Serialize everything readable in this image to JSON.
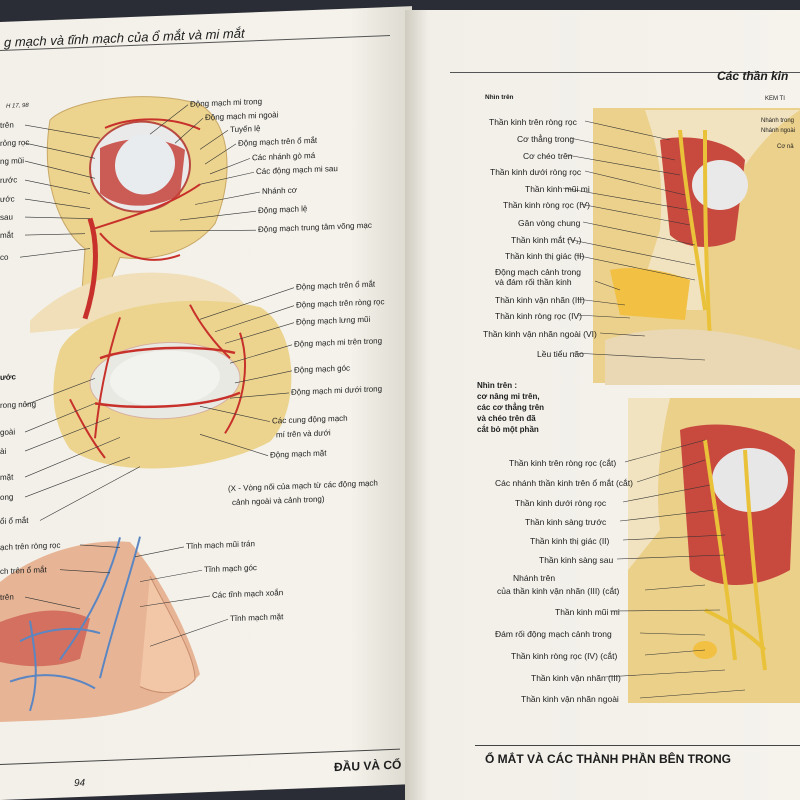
{
  "left_page": {
    "header": "g mạch và tĩnh mạch của ổ mắt và mi mắt",
    "ref": "H 17, 98",
    "top_labels": [
      "Động mạch mi trong",
      "Động mạch mi ngoài",
      "Tuyến lệ",
      "Động mạch trên ổ mắt",
      "Các nhánh gò má",
      "Các động mạch mi sau",
      "Nhánh cơ",
      "Động mạch lệ",
      "Động mạch trung tâm võng mạc"
    ],
    "top_left_labels": [
      "trên",
      "rỏng rọc",
      "ng mũi",
      "rước",
      "ước",
      "sau",
      "mắt",
      "co"
    ],
    "mid_labels": [
      "Động mạch trên ổ mắt",
      "Động mạch trên ròng rọc",
      "Động mạch lưng mũi",
      "Động mạch mi trên trong",
      "Động mạch góc",
      "Động mạch mi dưới trong",
      "Các cung động mạch",
      "mí trên và dưới",
      "Động mạch mặt"
    ],
    "mid_left_labels": [
      "ước",
      "rong nông",
      "goài",
      "ài",
      "mặt",
      "ong",
      "ổi ổ mắt"
    ],
    "note": "(X - Vòng nối của mạch từ các động mạch",
    "note2": "cảnh ngoài và cảnh trong)",
    "bottom_labels": [
      "Tĩnh mạch mũi trán",
      "Tĩnh mạch góc",
      "Các tĩnh mạch xoắn",
      "Tĩnh mạch mặt"
    ],
    "bottom_left_labels": [
      "ạch trên ròng rọc",
      "ch trên ổ mắt",
      "trên"
    ],
    "footer_page": "94",
    "footer_title": "ĐẦU VÀ CỔ"
  },
  "right_page": {
    "header": "Các thần kin",
    "subheader": "Nhìn trên",
    "kem": "KEM TI",
    "top_labels": [
      "Thần kinh trên ròng rọc",
      "Cơ thẳng trong",
      "Cơ chéo trên",
      "Thần kinh dưới ròng rọc",
      "Thần kinh mũi mi",
      "Thần kinh ròng rọc (IV)",
      "Gân vòng chung",
      "Thần kinh mắt (V₁)",
      "Thần kinh thị giác (II)",
      "Động mạch cảnh trong",
      "và đám rối thần kinh",
      "Thần kinh vận nhãn (III)",
      "Thần kinh ròng rọc (IV)",
      "Thần kinh vận nhãn ngoài (VI)",
      "Lều tiểu não"
    ],
    "top_right_labels": [
      "Nhánh trong",
      "Nhánh ngoài",
      "Cơ nâ"
    ],
    "note_lines": [
      "Nhìn trên :",
      "cơ nâng mi trên,",
      "các cơ thẳng trên",
      "và chéo trên đã",
      "cắt bỏ một phần"
    ],
    "bottom_labels": [
      "Thần kinh trên ròng rọc (cắt)",
      "Các nhánh thần kinh trên ổ mắt (cắt)",
      "Thần kinh dưới ròng rọc",
      "Thần kinh sàng trước",
      "Thần kinh thị giác (II)",
      "Thần kinh sàng sau",
      "Nhánh trên",
      "của thần kinh vận nhãn (III) (cắt)",
      "Thần kinh mũi mi",
      "Đám rối động mạch cảnh trong",
      "Thần kinh ròng rọc (IV) (cắt)",
      "Thần kinh vận nhãn (III)",
      "Thần kinh vận nhãn ngoài"
    ],
    "footer_title": "Ổ MẮT VÀ CÁC THÀNH PHẦN BÊN TRONG"
  },
  "colors": {
    "artery": "#c8312b",
    "vein": "#5b86c2",
    "nerve": "#e9c23a",
    "fat": "#edd28a",
    "bone": "#f3e6c4",
    "background": "#2b2d36"
  }
}
